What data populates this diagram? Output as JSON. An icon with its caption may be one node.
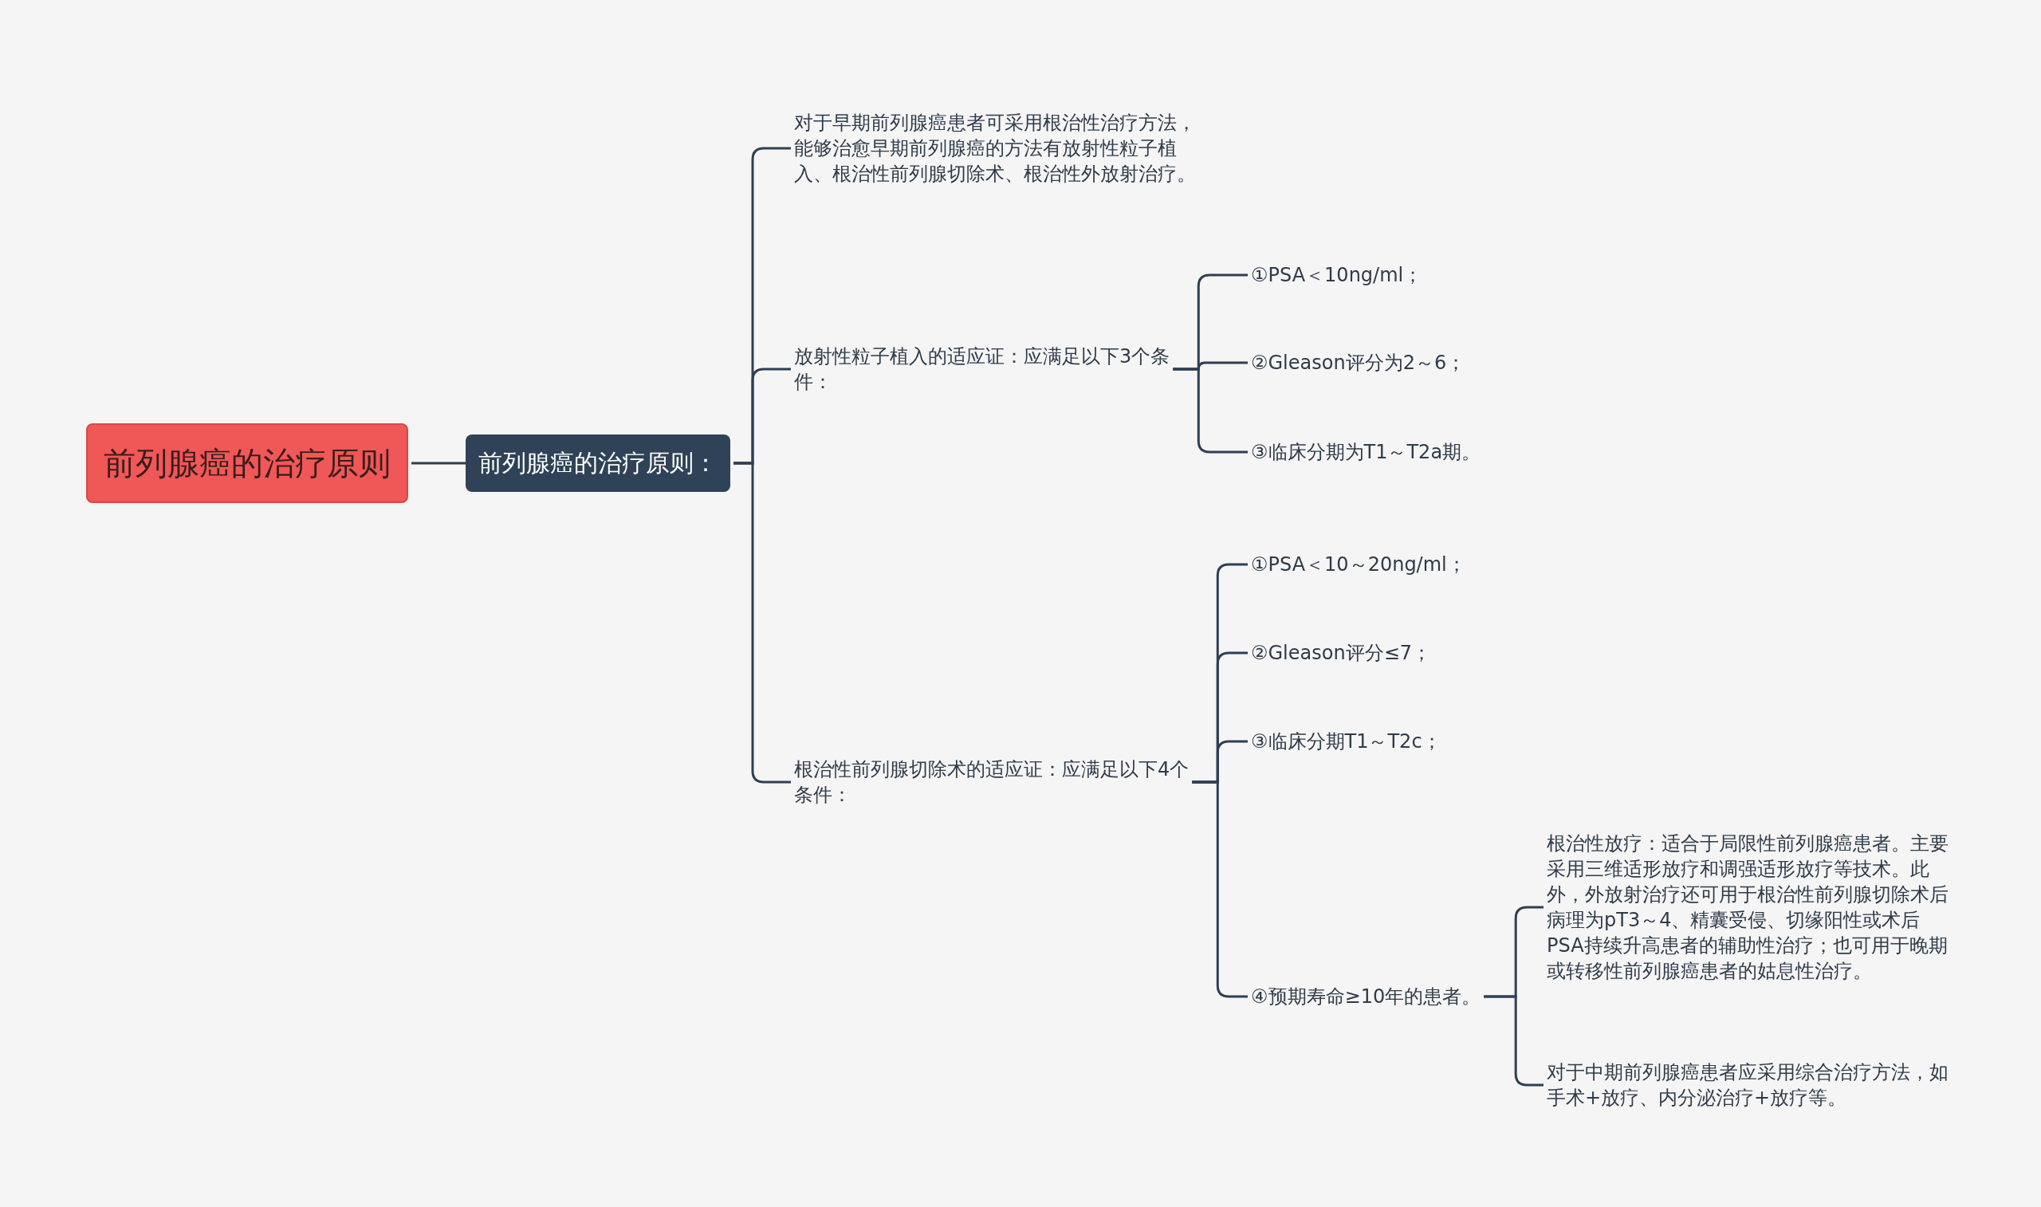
{
  "diagram": {
    "nodes": [
      {
        "text": [
          "前列腺癌的治疗原则"
        ]
      },
      {
        "text": [
          "前列腺癌的治疗原则："
        ]
      },
      {
        "text": [
          "对于早期前列腺癌患者可采用根治性治疗方法，能够治愈早期前列腺癌的方法有放射性粒子植入、根治性前列腺切除术、根治性外放射治疗。"
        ]
      },
      {
        "text": [
          "放射性粒子植入的适应证：应满足以下3个条件："
        ]
      },
      {
        "text": [
          "根治性前列腺切除术的适应证：应满足以下4个条件："
        ]
      },
      {
        "text": [
          "①PSA＜10ng/ml；"
        ]
      },
      {
        "text": [
          "②Gleason评分为2～6；"
        ]
      },
      {
        "text": [
          "③临床分期为T1～T2a期。"
        ]
      },
      {
        "text": [
          "①PSA＜10～20ng/ml；"
        ]
      },
      {
        "text": [
          "②Gleason评分≤7；"
        ]
      },
      {
        "text": [
          "③临床分期T1～T2c；"
        ]
      },
      {
        "text": [
          "④预期寿命≥10年的患者。"
        ]
      },
      {
        "text": [
          "根治性放疗：适合于局限性前列腺癌患者。主要采用三维适形放疗和调强适形放疗等技术。此外，外放射治疗还可用于根治性前列腺切除术后病理为pT3～4、精囊受侵、切缘阳性或术后PSA持续升高患者的辅助性治疗；也可用于晚期或转移性前列腺癌患者的姑息性治疗。"
        ]
      },
      {
        "text": [
          "对于中期前列腺癌患者应采用综合治疗方法，如手术+放疗、内分泌治疗+放疗等。"
        ]
      }
    ],
    "edges": [
      {
        "from": 0,
        "to": 1,
        "arrow": "none"
      },
      {
        "from": 1,
        "to": 2,
        "arrow": "none"
      },
      {
        "from": 1,
        "to": 3,
        "arrow": "none"
      },
      {
        "from": 1,
        "to": 4,
        "arrow": "none"
      },
      {
        "from": 3,
        "to": 5,
        "arrow": "none"
      },
      {
        "from": 3,
        "to": 6,
        "arrow": "none"
      },
      {
        "from": 3,
        "to": 7,
        "arrow": "none"
      },
      {
        "from": 4,
        "to": 8,
        "arrow": "none"
      },
      {
        "from": 4,
        "to": 9,
        "arrow": "none"
      },
      {
        "from": 4,
        "to": 10,
        "arrow": "none"
      },
      {
        "from": 4,
        "to": 11,
        "arrow": "none"
      },
      {
        "from": 11,
        "to": 12,
        "arrow": "none"
      },
      {
        "from": 11,
        "to": 13,
        "arrow": "none"
      }
    ]
  }
}
